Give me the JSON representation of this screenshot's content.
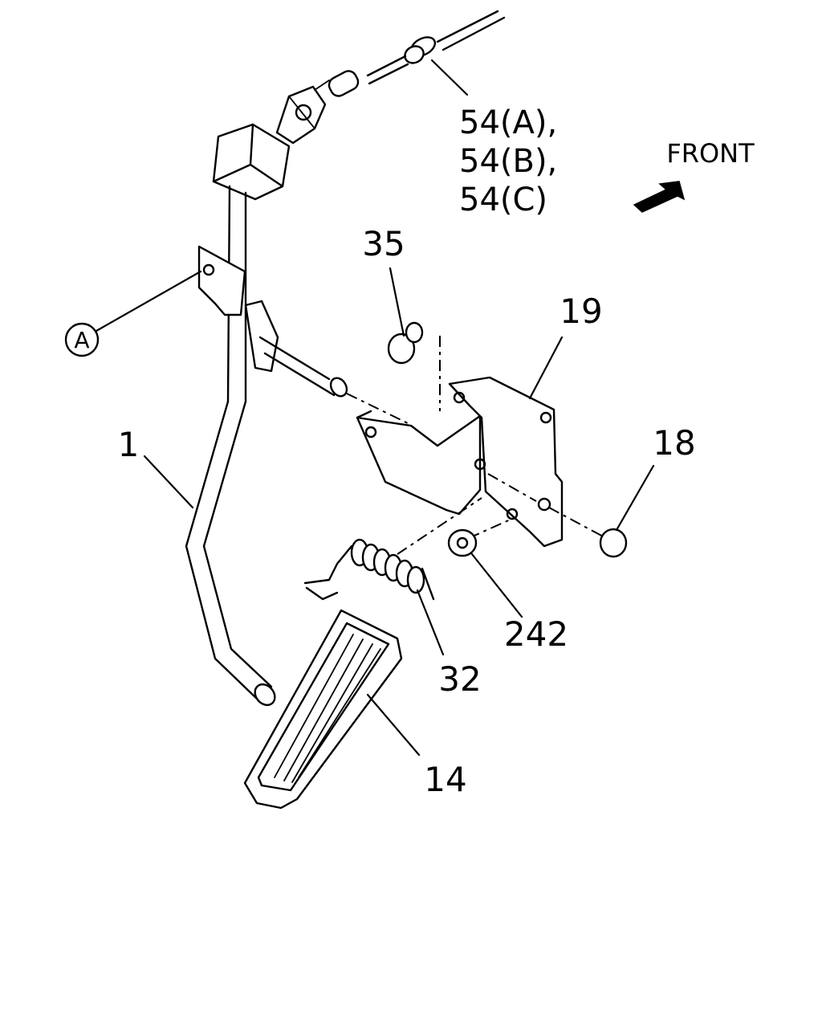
{
  "diagram": {
    "callouts": {
      "c1": "1",
      "c14": "14",
      "c18": "18",
      "c19": "19",
      "c32": "32",
      "c35": "35",
      "c242": "242",
      "c54a": "54(A),",
      "c54b": "54(B),",
      "c54c": "54(C)",
      "ref_a": "A"
    },
    "direction_label": "FRONT"
  }
}
